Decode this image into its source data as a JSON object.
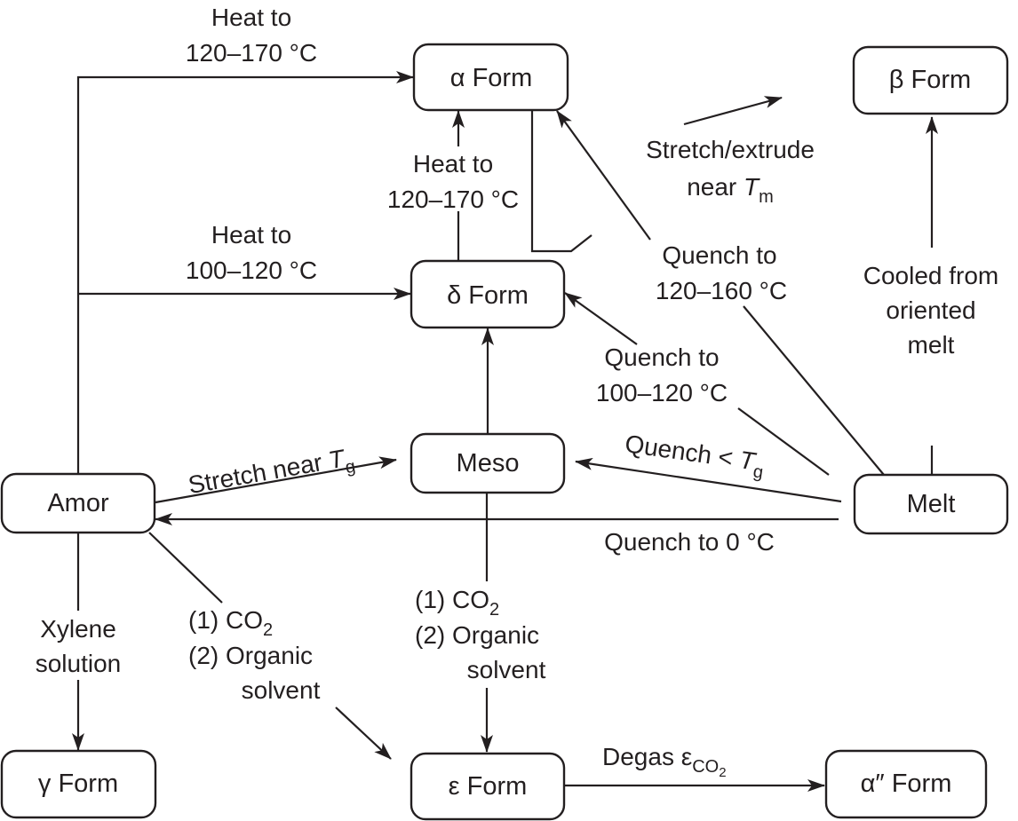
{
  "nodes": {
    "alpha": {
      "label": "α Form"
    },
    "beta": {
      "label": "β Form"
    },
    "delta": {
      "label": "δ Form"
    },
    "meso": {
      "label": "Meso"
    },
    "amor": {
      "label": "Amor"
    },
    "melt": {
      "label": "Melt"
    },
    "gamma": {
      "label": "γ Form"
    },
    "epsilon": {
      "label": "ε Form"
    },
    "alpha2": {
      "label": "α″ Form"
    }
  },
  "edges": {
    "amor_to_alpha": {
      "from": "Amor",
      "to": "α Form",
      "line1": "Heat to",
      "line2": "120–170 °C"
    },
    "amor_to_delta": {
      "from": "Amor",
      "to": "δ Form",
      "line1": "Heat to",
      "line2": "100–120 °C"
    },
    "delta_to_alpha": {
      "from": "δ Form",
      "to": "α Form",
      "line1": "Heat to",
      "line2": "120–170 °C"
    },
    "alpha_to_beta": {
      "from": "α Form",
      "to": "β Form",
      "line1": "Stretch/extrude",
      "line2_prefix": "near ",
      "line2_var": "T",
      "line2_sub": "m"
    },
    "melt_to_alpha": {
      "from": "Melt",
      "to": "α Form",
      "line1": "Quench to",
      "line2": "120–160 °C"
    },
    "melt_to_beta": {
      "from": "Melt",
      "to": "β Form",
      "line1": "Cooled from",
      "line2": "oriented",
      "line3": "melt"
    },
    "melt_to_delta": {
      "from": "Melt",
      "to": "δ Form",
      "line1": "Quench to",
      "line2": "100–120 °C"
    },
    "meso_to_delta": {
      "from": "Meso",
      "to": "δ Form"
    },
    "amor_to_meso": {
      "from": "Amor",
      "to": "Meso",
      "prefix": "Stretch near ",
      "var": "T",
      "sub": "g"
    },
    "melt_to_meso": {
      "from": "Melt",
      "to": "Meso",
      "prefix": "Quench < ",
      "var": "T",
      "sub": "g"
    },
    "melt_to_amor": {
      "from": "Melt",
      "to": "Amor",
      "label": "Quench to 0 °C"
    },
    "amor_to_gamma": {
      "from": "Amor",
      "to": "γ Form",
      "line1": "Xylene",
      "line2": "solution"
    },
    "amor_to_epsilon": {
      "from": "Amor",
      "to": "ε Form",
      "line1_prefix": "(1) CO",
      "line1_sub": "2",
      "line2": "(2) Organic",
      "line3": "solvent"
    },
    "meso_to_epsilon": {
      "from": "Meso",
      "to": "ε Form",
      "line1_prefix": "(1) CO",
      "line1_sub": "2",
      "line2": "(2) Organic",
      "line3": "solvent"
    },
    "epsilon_to_alpha2": {
      "from": "ε Form",
      "to": "α″ Form",
      "prefix": "Degas ε",
      "sub": "CO",
      "subsub": "2"
    }
  }
}
